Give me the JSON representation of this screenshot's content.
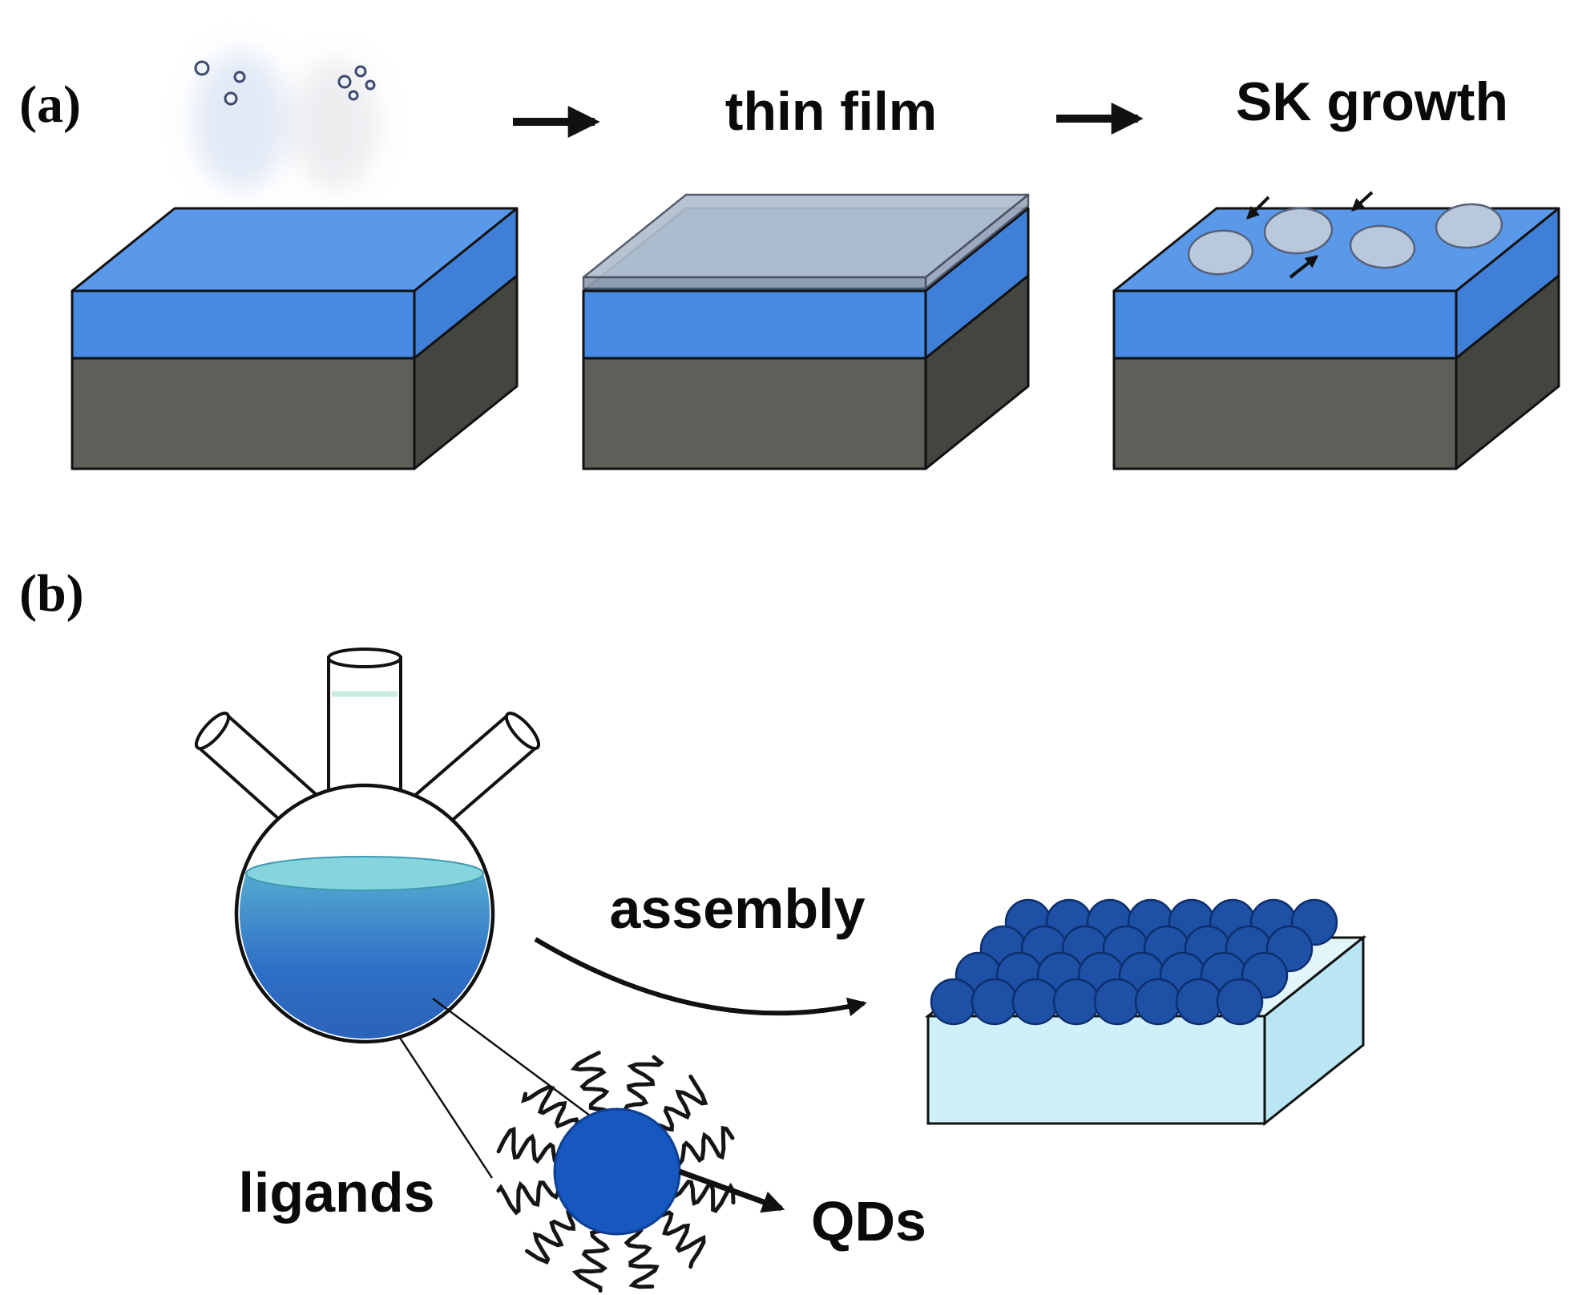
{
  "figure": {
    "background": "#ffffff"
  },
  "panel_a": {
    "label": "(a)",
    "labels": {
      "thin_film": "thin film",
      "sk_growth": "SK growth"
    },
    "islands_count": 4,
    "vapor_particles": 7
  },
  "panel_b": {
    "label": "(b)",
    "labels": {
      "assembly": "assembly",
      "ligands": "ligands",
      "qds": "QDs"
    },
    "assembled_film": {
      "rows": 4,
      "cols": 8
    },
    "qd": {
      "ligand_count": 12
    }
  },
  "colors": {
    "layer_blue_top": "#5a98ea",
    "layer_blue_front": "#478ae4",
    "layer_blue_side": "#3f7fd8",
    "substrate_gray_front": "#5c6058",
    "substrate_gray_side": "#42463f",
    "thin_film_gray": "#b3bfce",
    "island_fill": "#b9c8da",
    "flask_liquid_surface": "#86d4de",
    "flask_liquid_top": "#55aad0",
    "flask_liquid_bottom": "#2a62b8",
    "qd_blue": "#1757c0",
    "sphere_blue": "#1e50a6",
    "assembled_base_cyan": "#cff0f8",
    "arrow_black": "#111111"
  }
}
